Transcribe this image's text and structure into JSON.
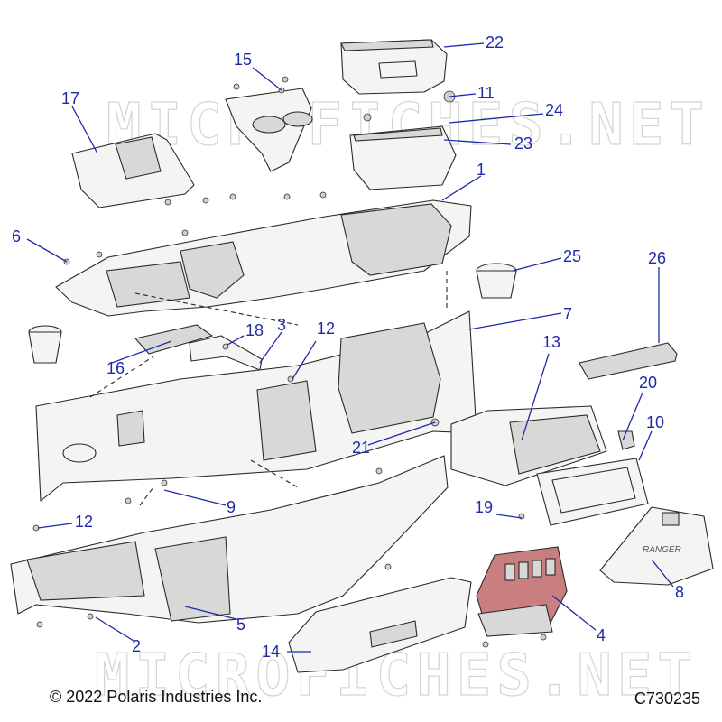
{
  "watermark": "MICROFICHES.NET",
  "copyright": "© 2022 Polaris Industries Inc.",
  "drawing_id": "C730235",
  "callouts": [
    "1",
    "2",
    "3",
    "4",
    "5",
    "6",
    "7",
    "8",
    "9",
    "10",
    "11",
    "12",
    "12",
    "13",
    "14",
    "15",
    "16",
    "17",
    "18",
    "19",
    "20",
    "21",
    "22",
    "23",
    "24",
    "25",
    "26"
  ],
  "badge_text": "RANGER",
  "colors": {
    "callout": "#1f2aa8",
    "line": "#2a2a2a",
    "red_part": "#c97f7f"
  }
}
